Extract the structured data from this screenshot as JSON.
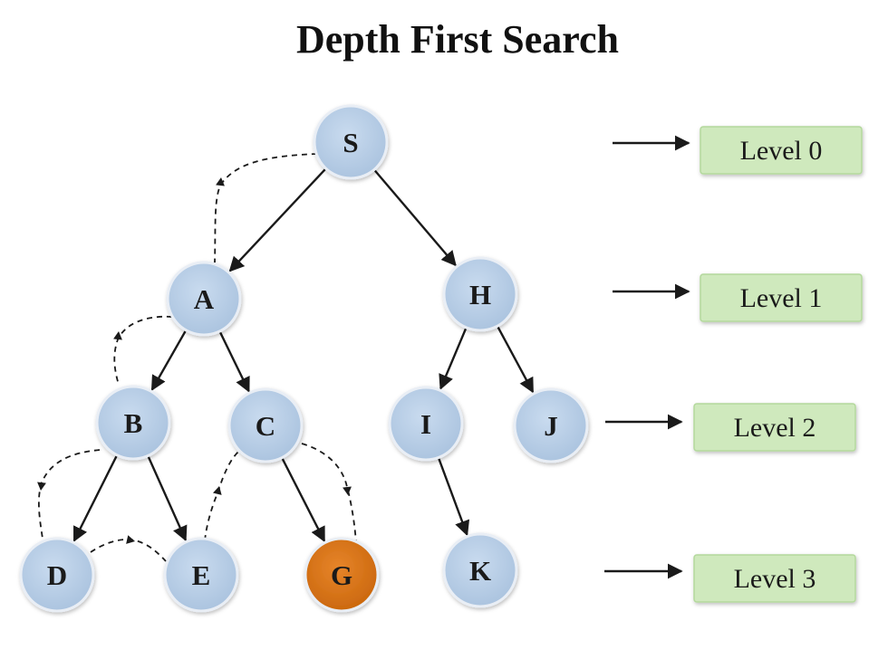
{
  "title": "Depth First Search",
  "nodes": [
    {
      "id": "S",
      "label": "S",
      "level": 0,
      "goal": false
    },
    {
      "id": "A",
      "label": "A",
      "level": 1,
      "goal": false
    },
    {
      "id": "H",
      "label": "H",
      "level": 1,
      "goal": false
    },
    {
      "id": "B",
      "label": "B",
      "level": 2,
      "goal": false
    },
    {
      "id": "C",
      "label": "C",
      "level": 2,
      "goal": false
    },
    {
      "id": "I",
      "label": "I",
      "level": 2,
      "goal": false
    },
    {
      "id": "J",
      "label": "J",
      "level": 2,
      "goal": false
    },
    {
      "id": "D",
      "label": "D",
      "level": 3,
      "goal": false
    },
    {
      "id": "E",
      "label": "E",
      "level": 3,
      "goal": false
    },
    {
      "id": "G",
      "label": "G",
      "level": 3,
      "goal": true
    },
    {
      "id": "K",
      "label": "K",
      "level": 3,
      "goal": false
    }
  ],
  "edges": [
    {
      "from": "S",
      "to": "A"
    },
    {
      "from": "S",
      "to": "H"
    },
    {
      "from": "A",
      "to": "B"
    },
    {
      "from": "A",
      "to": "C"
    },
    {
      "from": "H",
      "to": "I"
    },
    {
      "from": "H",
      "to": "J"
    },
    {
      "from": "B",
      "to": "D"
    },
    {
      "from": "B",
      "to": "E"
    },
    {
      "from": "C",
      "to": "G"
    },
    {
      "from": "I",
      "to": "K"
    }
  ],
  "traversal_order": [
    "S",
    "A",
    "B",
    "D",
    "E",
    "C",
    "G"
  ],
  "levels": [
    "Level 0",
    "Level 1",
    "Level 2",
    "Level 3"
  ],
  "colors": {
    "node_fill": "#b9cfe6",
    "node_stroke": "#e9eef5",
    "goal_fill": "#d97316",
    "level_fill": "#cfe9bd",
    "level_stroke": "#b3d89c",
    "edge": "#1a1a1a"
  }
}
